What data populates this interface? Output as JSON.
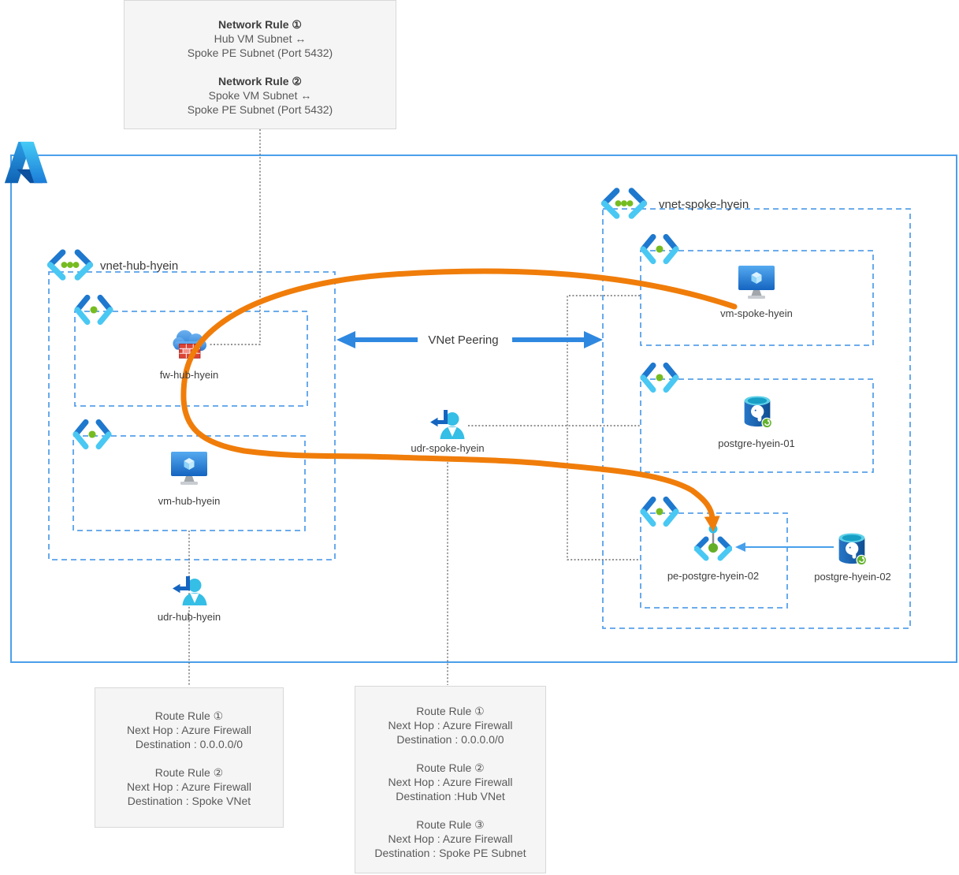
{
  "title": "Azure hub-spoke network diagram",
  "colors": {
    "azure_arrow_blue": "#2F88E0",
    "thin_arrow_blue": "#47A0EC",
    "dashed_border_blue": "#57A1EA",
    "solid_border_blue": "#4B9FEA",
    "flow_orange": "#F07D0A",
    "connector_dot_gray": "#6E6E6E",
    "note_background": "#F5F5F5",
    "note_border": "#D8D8D8",
    "vnet_dot_green": "#76BC21",
    "chevron_blue": "#1E78CE",
    "chevron_cyan": "#49C8F3"
  },
  "icons": {
    "azure_logo": "azure-logo",
    "vnet": "virtual-network-icon",
    "subnet": "subnet-icon",
    "firewall": "azure-firewall-icon",
    "vm": "virtual-machine-icon",
    "postgres": "postgresql-icon",
    "private_endpoint": "private-endpoint-icon",
    "udr": "route-table-icon"
  },
  "notes": {
    "network": {
      "rules": [
        {
          "title": "Network Rule ①",
          "lines": [
            "Hub VM Subnet ↔",
            "Spoke PE Subnet (Port 5432)"
          ]
        },
        {
          "title": "Network Rule ②",
          "lines": [
            "Spoke VM Subnet ↔",
            "Spoke PE Subnet (Port 5432)"
          ]
        }
      ]
    },
    "hub_routes": {
      "rules": [
        {
          "title": "Route Rule ①",
          "lines": [
            "Next Hop : Azure Firewall",
            "Destination : 0.0.0.0/0"
          ]
        },
        {
          "title": "Route Rule ②",
          "lines": [
            "Next Hop : Azure Firewall",
            "Destination : Spoke VNet"
          ]
        }
      ]
    },
    "spoke_routes": {
      "rules": [
        {
          "title": "Route Rule ①",
          "lines": [
            "Next Hop : Azure Firewall",
            "Destination : 0.0.0.0/0"
          ]
        },
        {
          "title": "Route Rule ②",
          "lines": [
            "Next Hop : Azure Firewall",
            "Destination :Hub VNet"
          ]
        },
        {
          "title": "Route Rule ③",
          "lines": [
            "Next Hop : Azure Firewall",
            "Destination : Spoke PE Subnet"
          ]
        }
      ]
    }
  },
  "vnets": {
    "hub": {
      "label": "vnet-hub-hyein"
    },
    "spoke": {
      "label": "vnet-spoke-hyein"
    }
  },
  "nodes": {
    "fw_hub": "fw-hub-hyein",
    "vm_hub": "vm-hub-hyein",
    "udr_hub": "udr-hub-hyein",
    "vm_spoke": "vm-spoke-hyein",
    "postgre_01": "postgre-hyein-01",
    "pe_postgre_02": "pe-postgre-hyein-02",
    "postgre_02": "postgre-hyein-02",
    "udr_spoke": "udr-spoke-hyein"
  },
  "connections": {
    "vnet_peering_label": "VNet Peering"
  }
}
